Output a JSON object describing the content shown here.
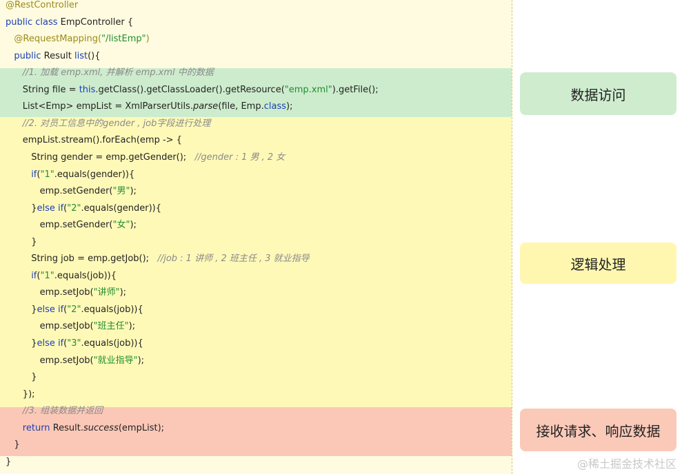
{
  "code": {
    "lines": [
      {
        "segments": [
          {
            "t": "@RestController",
            "c": "ann"
          }
        ]
      },
      {
        "segments": [
          {
            "t": "public class ",
            "c": "kw"
          },
          {
            "t": "EmpController {",
            "c": ""
          }
        ]
      },
      {
        "segments": [
          {
            "t": "   @RequestMapping(",
            "c": "ann"
          },
          {
            "t": "\"/listEmp\"",
            "c": "str"
          },
          {
            "t": ")",
            "c": "ann"
          }
        ]
      },
      {
        "segments": [
          {
            "t": "   public ",
            "c": "kw"
          },
          {
            "t": "Result ",
            "c": ""
          },
          {
            "t": "list",
            "c": "kw"
          },
          {
            "t": "(){",
            "c": ""
          }
        ]
      },
      {
        "segments": [
          {
            "t": "      //1. 加载 emp.xml, 并解析 emp.xml 中的数据",
            "c": "cmt"
          }
        ]
      },
      {
        "segments": [
          {
            "t": "      String file = ",
            "c": ""
          },
          {
            "t": "this",
            "c": "kw"
          },
          {
            "t": ".getClass().getClassLoader().getResource(",
            "c": ""
          },
          {
            "t": "\"emp.xml\"",
            "c": "str"
          },
          {
            "t": ").getFile();",
            "c": ""
          }
        ]
      },
      {
        "segments": [
          {
            "t": "      List<Emp> empList = XmlParserUtils.",
            "c": ""
          },
          {
            "t": "parse",
            "c": "it"
          },
          {
            "t": "(file, Emp.",
            "c": ""
          },
          {
            "t": "class",
            "c": "kw"
          },
          {
            "t": ");",
            "c": ""
          }
        ]
      },
      {
        "segments": [
          {
            "t": "      //2. 对员工信息中的gender , job字段进行处理",
            "c": "cmt"
          }
        ]
      },
      {
        "segments": [
          {
            "t": "      empList.stream().forEach(emp -> {",
            "c": ""
          }
        ]
      },
      {
        "segments": [
          {
            "t": "         String gender = emp.getGender();   ",
            "c": ""
          },
          {
            "t": "//gender : 1 男 , 2 女",
            "c": "cmt"
          }
        ]
      },
      {
        "segments": [
          {
            "t": "         if",
            "c": "kw"
          },
          {
            "t": "(",
            "c": ""
          },
          {
            "t": "\"1\"",
            "c": "str"
          },
          {
            "t": ".equals(gender)){",
            "c": ""
          }
        ]
      },
      {
        "segments": [
          {
            "t": "            emp.setGender(",
            "c": ""
          },
          {
            "t": "\"男\"",
            "c": "str"
          },
          {
            "t": ");",
            "c": ""
          }
        ]
      },
      {
        "segments": [
          {
            "t": "         }",
            "c": ""
          },
          {
            "t": "else if",
            "c": "kw"
          },
          {
            "t": "(",
            "c": ""
          },
          {
            "t": "\"2\"",
            "c": "str"
          },
          {
            "t": ".equals(gender)){",
            "c": ""
          }
        ]
      },
      {
        "segments": [
          {
            "t": "            emp.setGender(",
            "c": ""
          },
          {
            "t": "\"女\"",
            "c": "str"
          },
          {
            "t": ");",
            "c": ""
          }
        ]
      },
      {
        "segments": [
          {
            "t": "         }",
            "c": ""
          }
        ]
      },
      {
        "segments": [
          {
            "t": "         String job = emp.getJob();   ",
            "c": ""
          },
          {
            "t": "//job : 1 讲师 , 2 班主任 , 3 就业指导",
            "c": "cmt"
          }
        ]
      },
      {
        "segments": [
          {
            "t": "         if",
            "c": "kw"
          },
          {
            "t": "(",
            "c": ""
          },
          {
            "t": "\"1\"",
            "c": "str"
          },
          {
            "t": ".equals(job)){",
            "c": ""
          }
        ]
      },
      {
        "segments": [
          {
            "t": "            emp.setJob(",
            "c": ""
          },
          {
            "t": "\"讲师\"",
            "c": "str"
          },
          {
            "t": ");",
            "c": ""
          }
        ]
      },
      {
        "segments": [
          {
            "t": "         }",
            "c": ""
          },
          {
            "t": "else if",
            "c": "kw"
          },
          {
            "t": "(",
            "c": ""
          },
          {
            "t": "\"2\"",
            "c": "str"
          },
          {
            "t": ".equals(job)){",
            "c": ""
          }
        ]
      },
      {
        "segments": [
          {
            "t": "            emp.setJob(",
            "c": ""
          },
          {
            "t": "\"班主任\"",
            "c": "str"
          },
          {
            "t": ");",
            "c": ""
          }
        ]
      },
      {
        "segments": [
          {
            "t": "         }",
            "c": ""
          },
          {
            "t": "else if",
            "c": "kw"
          },
          {
            "t": "(",
            "c": ""
          },
          {
            "t": "\"3\"",
            "c": "str"
          },
          {
            "t": ".equals(job)){",
            "c": ""
          }
        ]
      },
      {
        "segments": [
          {
            "t": "            emp.setJob(",
            "c": ""
          },
          {
            "t": "\"就业指导\"",
            "c": "str"
          },
          {
            "t": ");",
            "c": ""
          }
        ]
      },
      {
        "segments": [
          {
            "t": "         }",
            "c": ""
          }
        ]
      },
      {
        "segments": [
          {
            "t": "      });",
            "c": ""
          }
        ]
      },
      {
        "segments": [
          {
            "t": "      //3. 组装数据并返回",
            "c": "cmt"
          }
        ]
      },
      {
        "segments": [
          {
            "t": "      return ",
            "c": "kw"
          },
          {
            "t": "Result.",
            "c": ""
          },
          {
            "t": "success",
            "c": "it"
          },
          {
            "t": "(empList);",
            "c": ""
          }
        ]
      },
      {
        "segments": [
          {
            "t": "   }",
            "c": ""
          }
        ]
      },
      {
        "segments": [
          {
            "t": "}",
            "c": ""
          }
        ]
      }
    ]
  },
  "labels": {
    "data_access": "数据访问",
    "logic": "逻辑处理",
    "request_response": "接收请求、响应数据"
  },
  "watermark": "@稀土掘金技术社区",
  "colors": {
    "green_band": "#cdeccd",
    "yellow_band": "#fff9b8",
    "red_band": "#fbc8b7",
    "keyword": "#1a3fb5",
    "string": "#1f8f2f",
    "comment": "#8a8a8a",
    "annotation": "#9a8a1a"
  }
}
